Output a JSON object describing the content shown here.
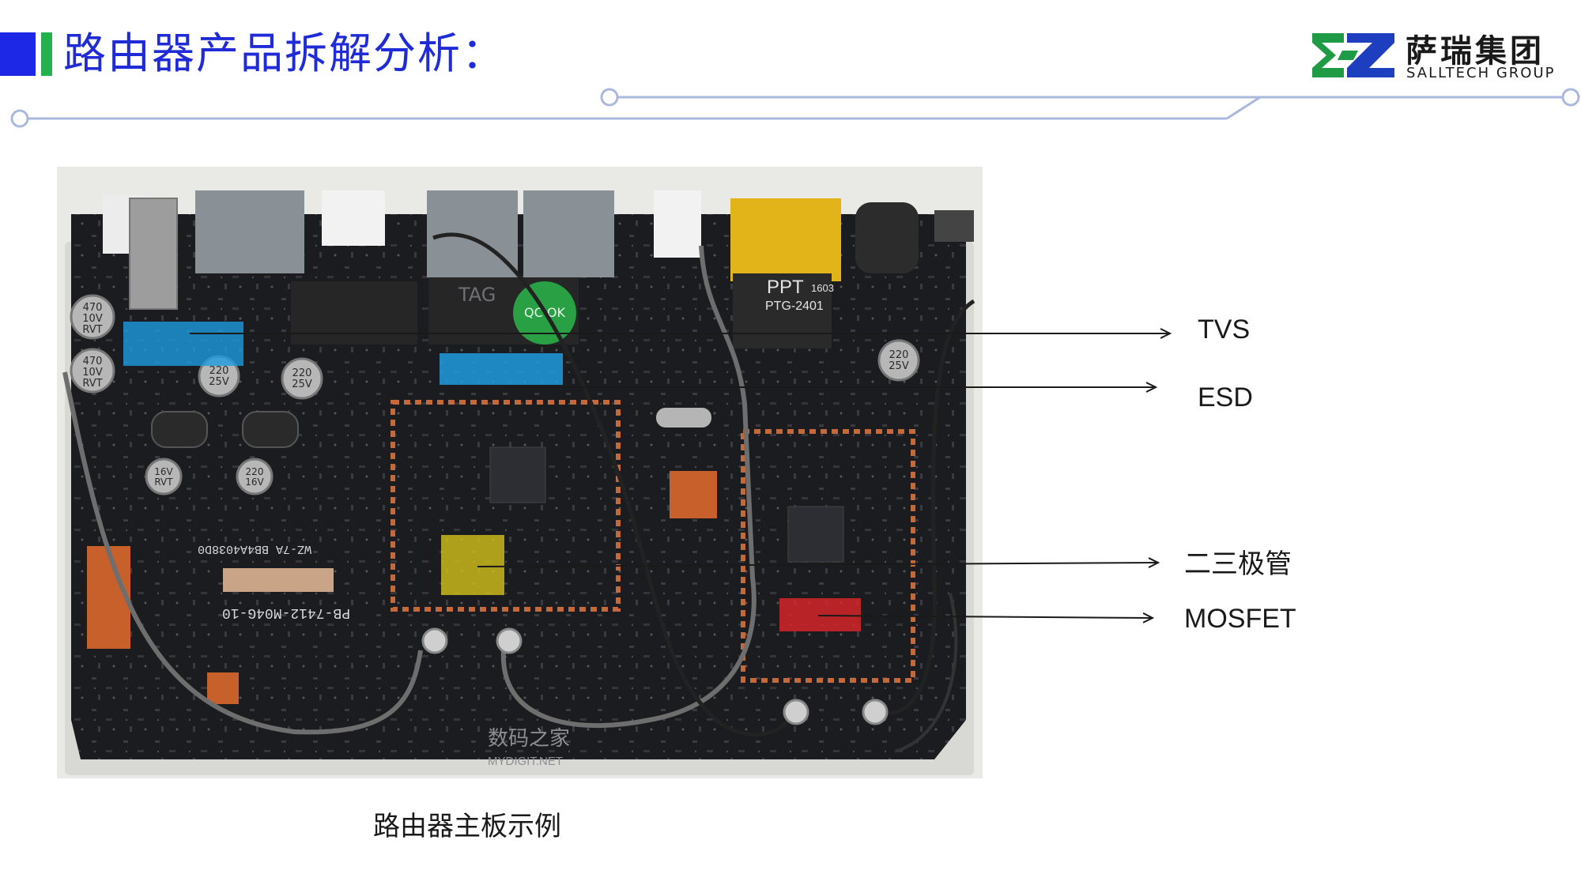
{
  "header": {
    "title": "路由器产品拆解分析：",
    "accent_blue": "#1d28e6",
    "accent_green": "#22b14c",
    "rule_color": "#a9b8dc"
  },
  "logo": {
    "name_cn": "萨瑞集团",
    "name_en": "SALLTECH GROUP",
    "mark_colors": [
      "#1f9b45",
      "#1d3fbf"
    ]
  },
  "figure": {
    "caption": "路由器主板示例",
    "photo_description_icon": "router-pcb-photo",
    "board_labels": {
      "port_label": "TAG",
      "transformer_top": "PPT",
      "transformer_code": "1603",
      "transformer_model": "PTG-2401",
      "sticker": "QC OK",
      "board_model": "PB-7412-M04G-10",
      "board_id": "WZ-7A  BB4A4038D0",
      "watermark_cn": "数码之家",
      "watermark_en": "MYDIGIT.NET",
      "cap_470": "470",
      "cap_10v": "10V",
      "cap_rvt": "RVT",
      "cap_220": "220",
      "cap_25v": "25V",
      "cap_16v": "16V"
    },
    "callouts": [
      {
        "label": "TVS",
        "highlight_color": "#1e9be0"
      },
      {
        "label": "ESD",
        "highlight_color": "#1e9be0"
      },
      {
        "label": "二三极管",
        "highlight_color": "#d4c21a"
      },
      {
        "label": "MOSFET",
        "highlight_color": "#e0262b"
      }
    ]
  }
}
